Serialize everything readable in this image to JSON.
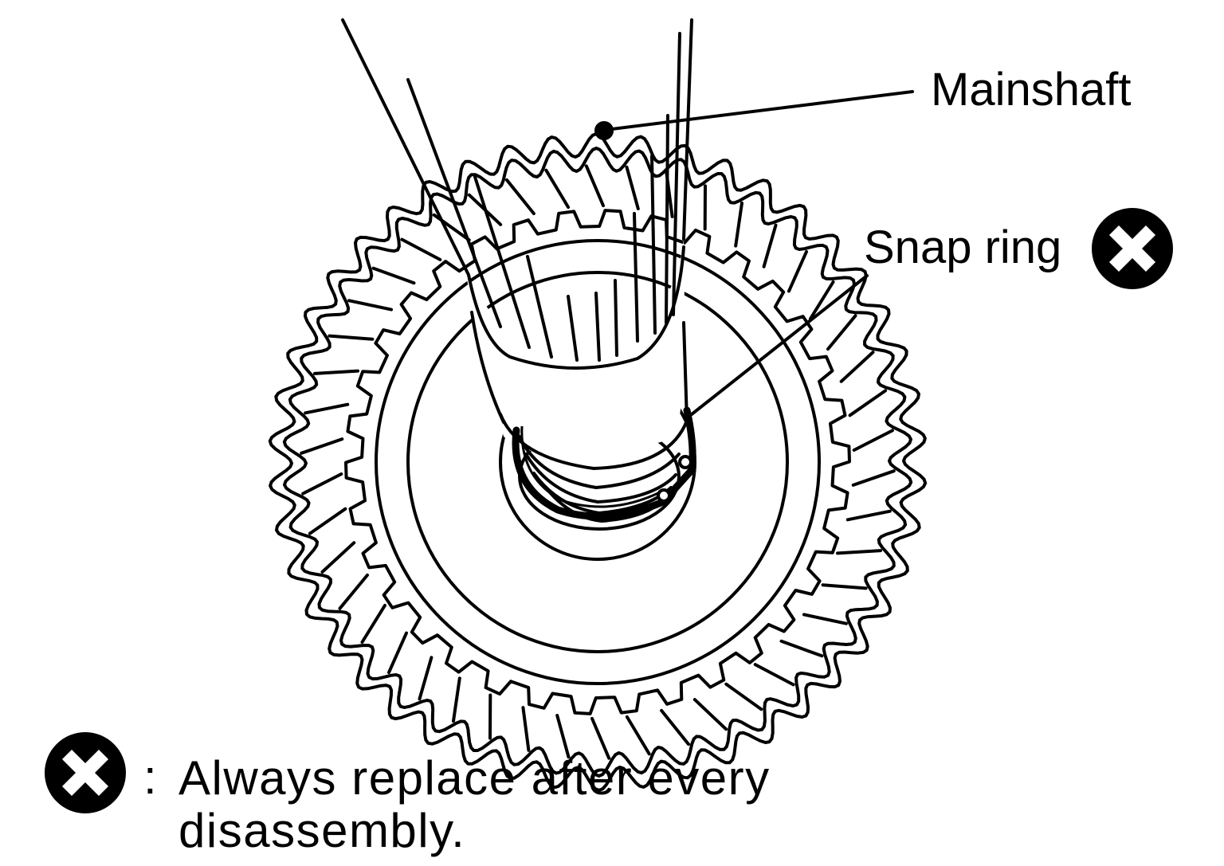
{
  "labels": {
    "mainshaft": "Mainshaft",
    "snap_ring": "Snap ring"
  },
  "legend": {
    "separator": ":",
    "text": "Always replace after every disassembly.",
    "symbol": "x-circle-icon"
  },
  "colors": {
    "ink": "#000000",
    "paper": "#ffffff"
  }
}
